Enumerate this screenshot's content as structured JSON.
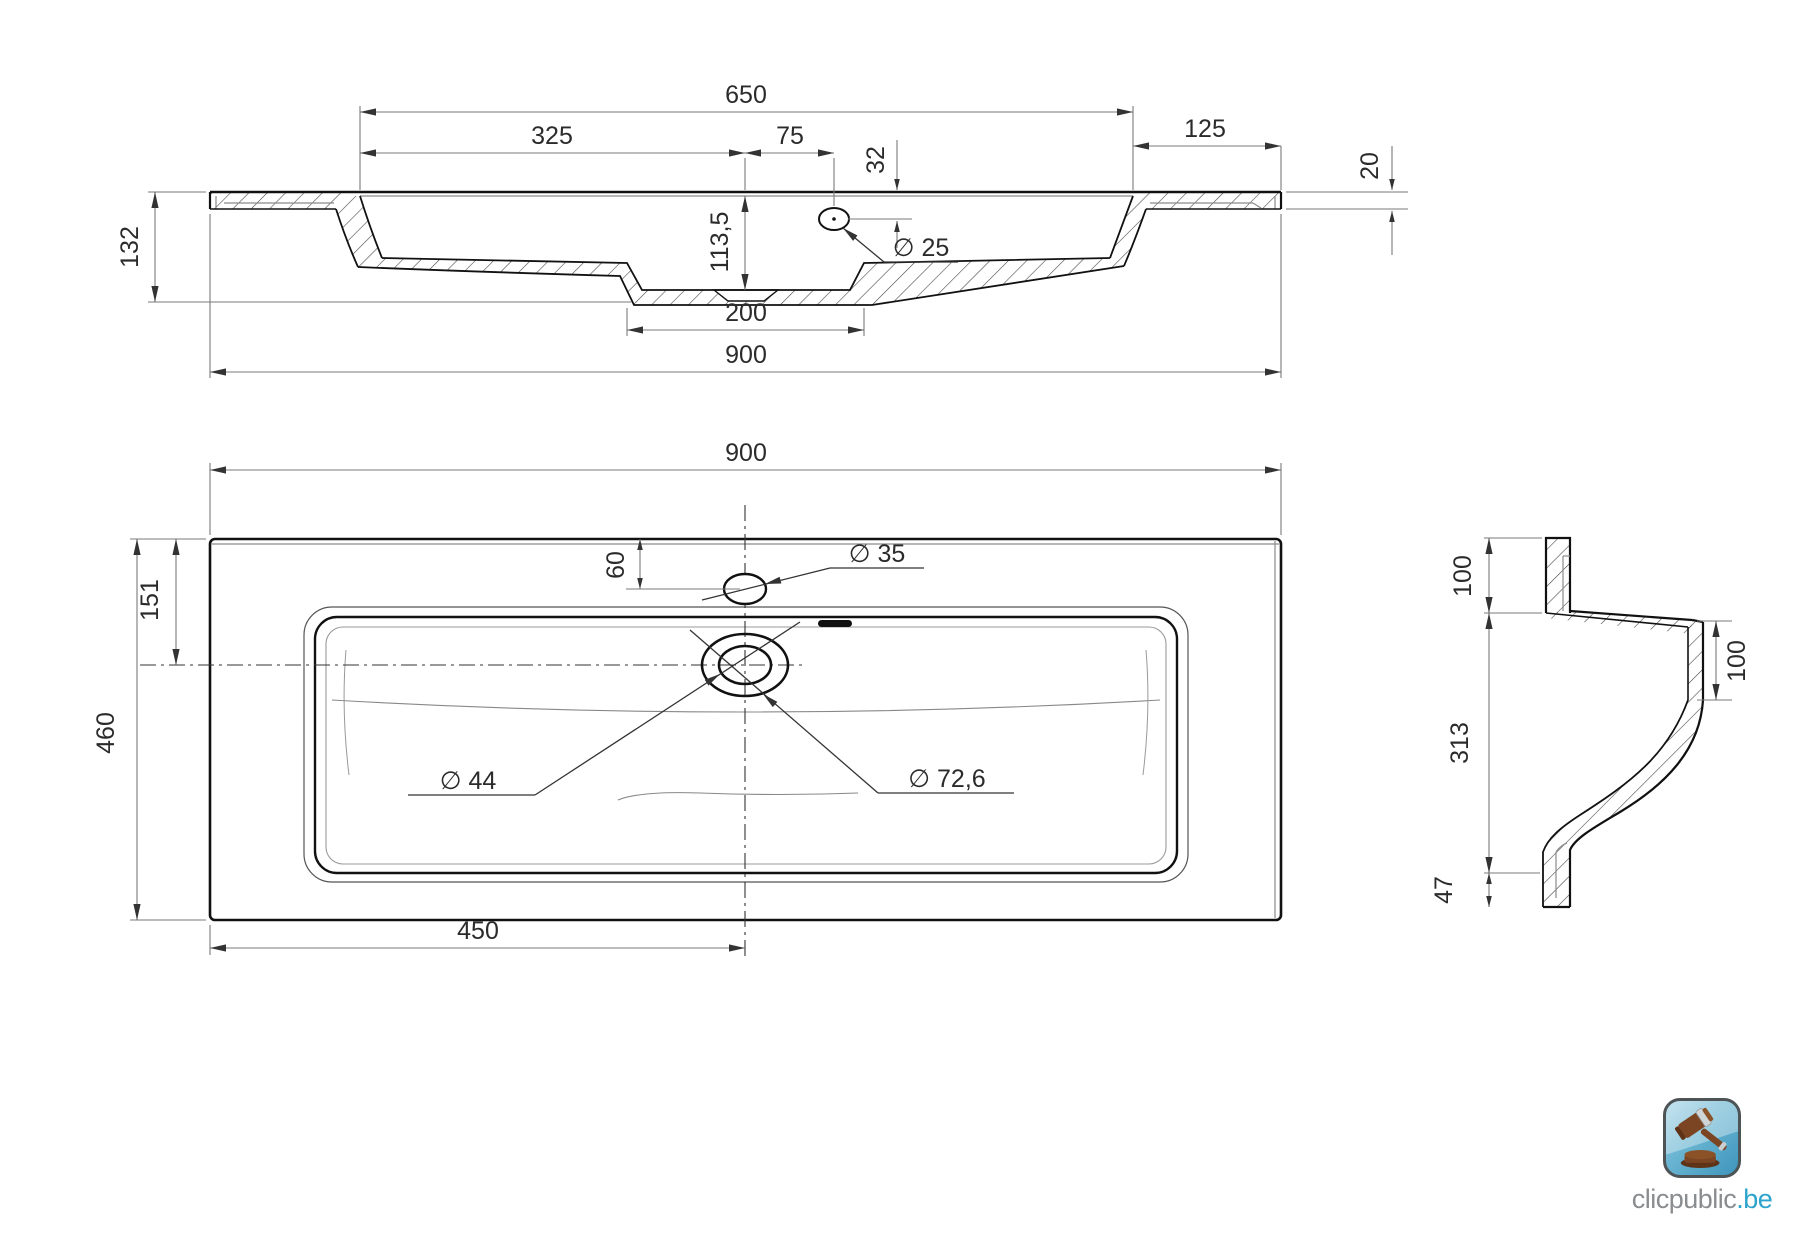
{
  "drawing": {
    "description": "washbasin technical drawing, three orthographic views",
    "top_view": {
      "d650": "650",
      "d325": "325",
      "d75": "75",
      "d32": "32",
      "d113_5": "113,5",
      "d25": "∅ 25",
      "d125": "125",
      "d20": "20",
      "d132": "132",
      "d200": "200",
      "d900": "900"
    },
    "plan_view": {
      "d900": "900",
      "d60": "60",
      "d35": "∅ 35",
      "d151": "151",
      "d460": "460",
      "d44": "∅ 44",
      "d72_6": "∅ 72,6",
      "d450": "450"
    },
    "side_view": {
      "d100_top": "100",
      "d100_right": "100",
      "d313": "313",
      "d47": "47"
    },
    "colors": {
      "geometry": "#111111",
      "dimension_lines": "#7a7a7a",
      "arrows": "#333333",
      "text": "#2b2b2b"
    }
  },
  "logo": {
    "brand": "clicpublic",
    "tld": ".be",
    "brand_color": "#8a8d90",
    "tld_color": "#2da4cd",
    "icon": "gavel-icon",
    "icon_bg": "#5fb0cf"
  }
}
